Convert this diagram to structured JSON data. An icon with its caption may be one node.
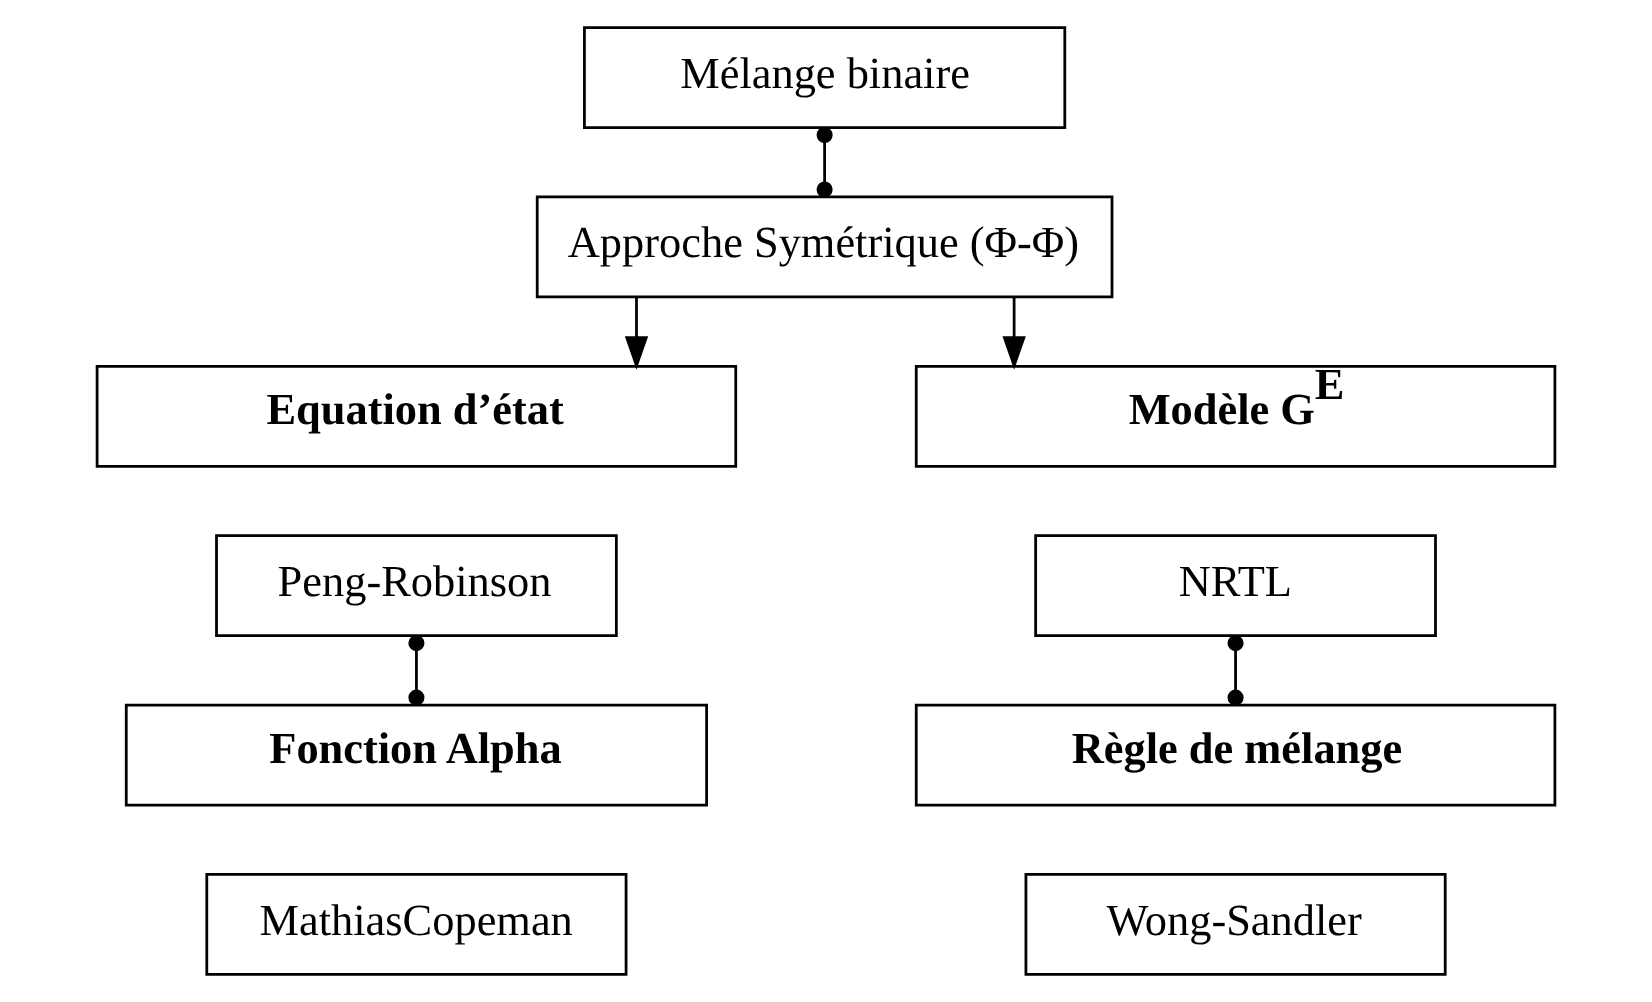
{
  "diagram": {
    "nodes": [
      {
        "text": [
          "Mélange binaire"
        ]
      },
      {
        "text": [
          "Approche Symétrique (Φ-Φ)"
        ]
      },
      {
        "text": [
          "Equation d’état"
        ]
      },
      {
        "text": [
          "Peng-Robinson"
        ]
      },
      {
        "text": [
          "Modèle G$^{E}$"
        ]
      },
      {
        "text": [
          "NRTL"
        ]
      },
      {
        "text": [
          "Fonction Alpha"
        ]
      },
      {
        "text": [
          "MathiasCopeman"
        ]
      },
      {
        "text": [
          "Règle de mélange"
        ]
      },
      {
        "text": [
          "Wong-Sandler"
        ]
      }
    ],
    "edges": [
      {
        "from": 0,
        "to": 1,
        "arrow": "other"
      },
      {
        "from": 1,
        "to": 2,
        "arrow": "to"
      },
      {
        "from": 1,
        "to": 4,
        "arrow": "to"
      },
      {
        "from": 3,
        "to": 6,
        "arrow": "other"
      },
      {
        "from": 5,
        "to": 8,
        "arrow": "other"
      }
    ]
  }
}
